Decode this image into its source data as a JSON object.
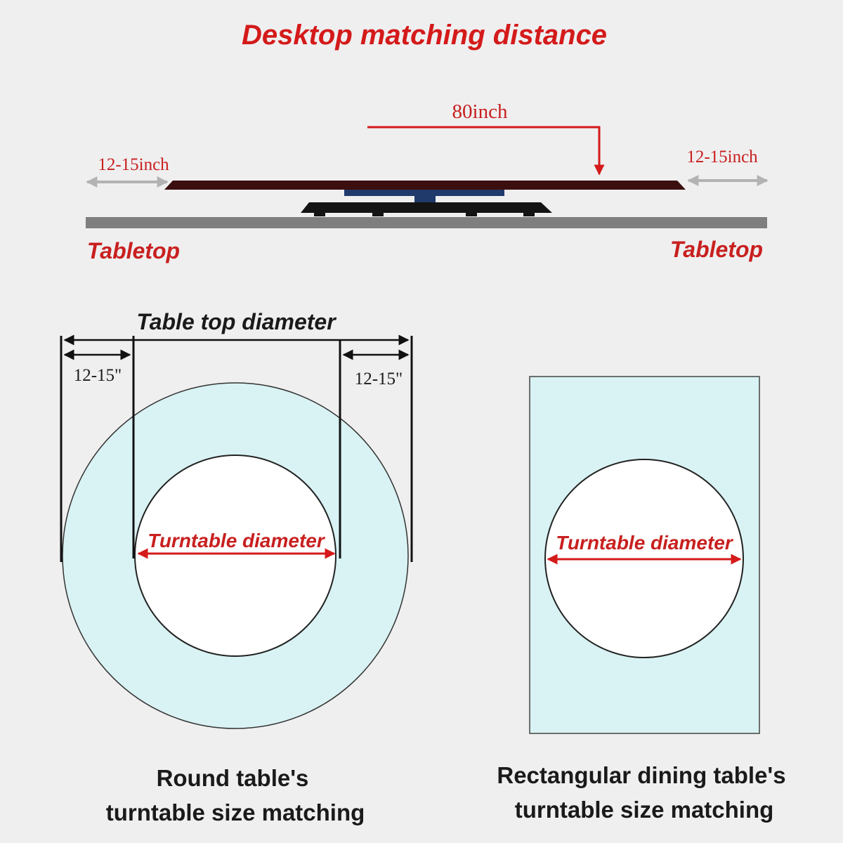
{
  "title": "Desktop matching distance",
  "side_view": {
    "distance_label": "80inch",
    "left_gap_label": "12-15inch",
    "right_gap_label": "12-15inch",
    "left_tabletop_label": "Tabletop",
    "right_tabletop_label": "Tabletop"
  },
  "round_table": {
    "top_label": "Table top diameter",
    "left_gap_label": "12-15\"",
    "right_gap_label": "12-15\"",
    "turntable_label": "Turntable diameter",
    "caption_line1": "Round table's",
    "caption_line2": "turntable size matching"
  },
  "rect_table": {
    "turntable_label": "Turntable diameter",
    "caption_line1": "Rectangular dining table's",
    "caption_line2": "turntable size matching"
  },
  "colors": {
    "accent_red": "#d41a1a",
    "table_fill": "#d9f2f3",
    "turntable_top": "#3b0f0f",
    "arrow_gray": "#b3b3b3",
    "tabletop_gray": "#7f7f7f"
  }
}
